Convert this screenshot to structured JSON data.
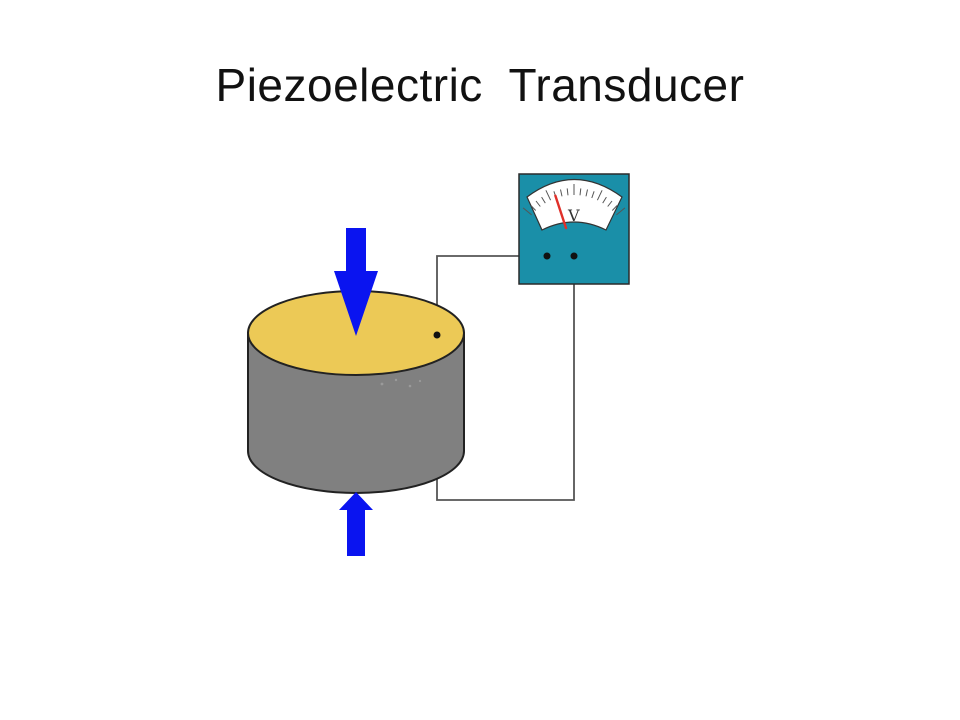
{
  "slide": {
    "title": "Piezoelectric  Transducer"
  },
  "meter": {
    "label": "V",
    "needle_level": 0.32
  },
  "colors": {
    "crystal_top": "#ecc956",
    "crystal_side": "#808080",
    "arrows": "#0a14f0",
    "meter_case": "#1a8fa8",
    "needle": "#e0302a",
    "wires": "#444444"
  }
}
